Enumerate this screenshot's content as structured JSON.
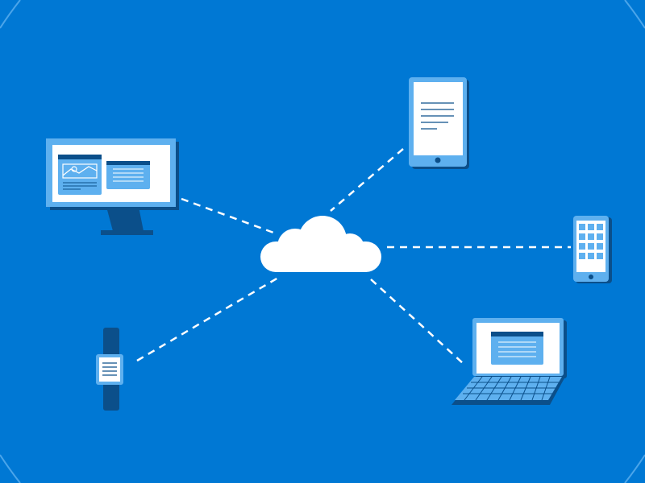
{
  "colors": {
    "background": "#0078d4",
    "light": "#5eb0ef",
    "dark": "#0b4f8a",
    "white": "#ffffff"
  },
  "devices": [
    "desktop-monitor",
    "tablet",
    "smartphone",
    "laptop",
    "smartwatch"
  ],
  "hub": "cloud"
}
